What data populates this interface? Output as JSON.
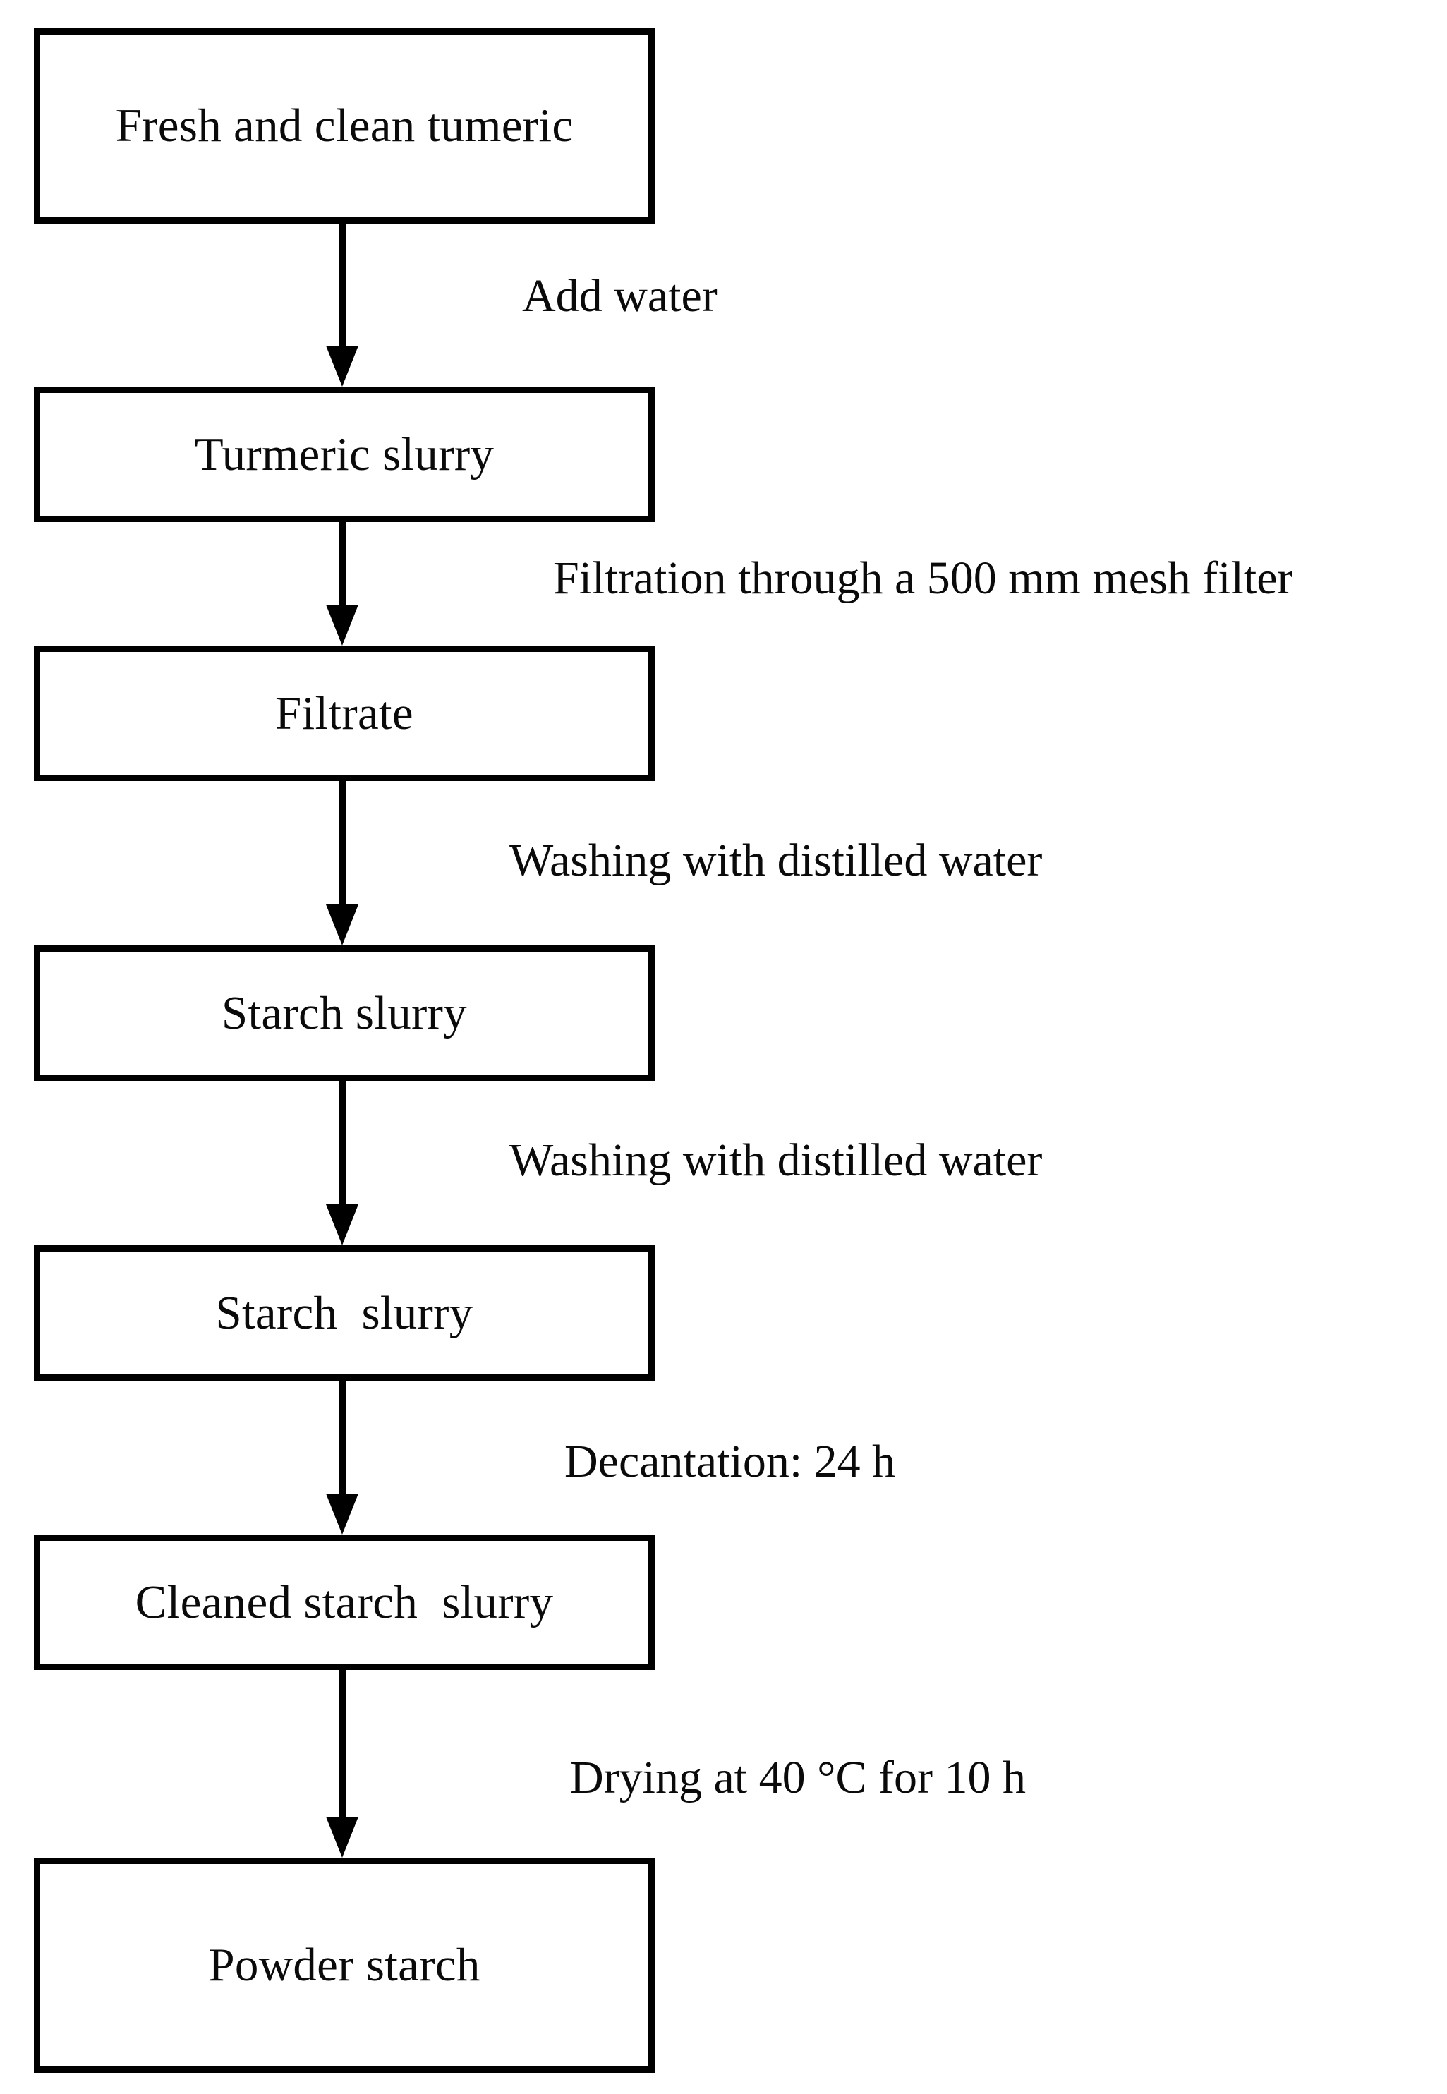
{
  "diagram": {
    "title": "Turmeric starch extraction process flowchart",
    "orientation": "vertical-top-to-bottom",
    "colors": {
      "box_border": "#000000",
      "box_fill": "#ffffff",
      "text": "#0a0a0a",
      "arrow": "#000000",
      "background": "#ffffff"
    },
    "nodes": [
      {
        "id": "node-1",
        "label": "Fresh and clean tumeric"
      },
      {
        "id": "node-2",
        "label": "Turmeric slurry"
      },
      {
        "id": "node-3",
        "label": "Filtrate"
      },
      {
        "id": "node-4",
        "label": "Starch slurry"
      },
      {
        "id": "node-5",
        "label": "Starch  slurry"
      },
      {
        "id": "node-6",
        "label": "Cleaned starch  slurry"
      },
      {
        "id": "node-7",
        "label": "Powder starch"
      }
    ],
    "edges": [
      {
        "id": "edge-1",
        "from": "node-1",
        "to": "node-2",
        "label": "Add water"
      },
      {
        "id": "edge-2",
        "from": "node-2",
        "to": "node-3",
        "label": "Filtration through a 500 mm mesh filter"
      },
      {
        "id": "edge-3",
        "from": "node-3",
        "to": "node-4",
        "label": "Washing with distilled water"
      },
      {
        "id": "edge-4",
        "from": "node-4",
        "to": "node-5",
        "label": "Washing with distilled water"
      },
      {
        "id": "edge-5",
        "from": "node-5",
        "to": "node-6",
        "label": "Decantation: 24 h"
      },
      {
        "id": "edge-6",
        "from": "node-6",
        "to": "node-7",
        "label": "Drying at 40 °C for 10 h"
      }
    ]
  }
}
